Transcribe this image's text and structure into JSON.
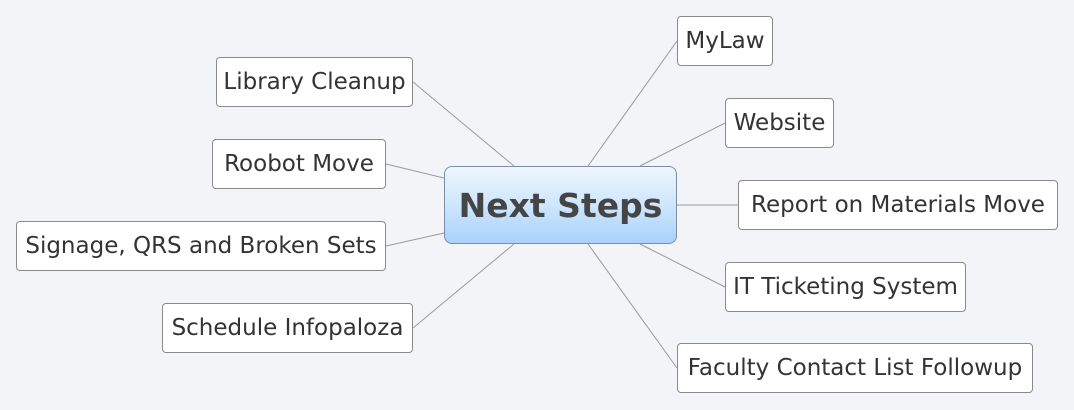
{
  "diagram": {
    "central": {
      "label": "Next Steps"
    },
    "branches": [
      {
        "id": "mylaw",
        "label": "MyLaw"
      },
      {
        "id": "website",
        "label": "Website"
      },
      {
        "id": "report",
        "label": "Report on Materials Move"
      },
      {
        "id": "it",
        "label": "IT Ticketing System"
      },
      {
        "id": "faculty",
        "label": "Faculty Contact List Followup"
      },
      {
        "id": "library",
        "label": "Library Cleanup"
      },
      {
        "id": "roobot",
        "label": "Roobot Move"
      },
      {
        "id": "signage",
        "label": "Signage, QRS and Broken Sets"
      },
      {
        "id": "schedule",
        "label": "Schedule Infopaloza"
      }
    ]
  },
  "colors": {
    "background": "#f3f4f8",
    "connector": "#9a9a9a",
    "node_border": "#8a8a8a",
    "central_gradient_top": "#eef6ff",
    "central_gradient_bottom": "#a9d1fb"
  }
}
